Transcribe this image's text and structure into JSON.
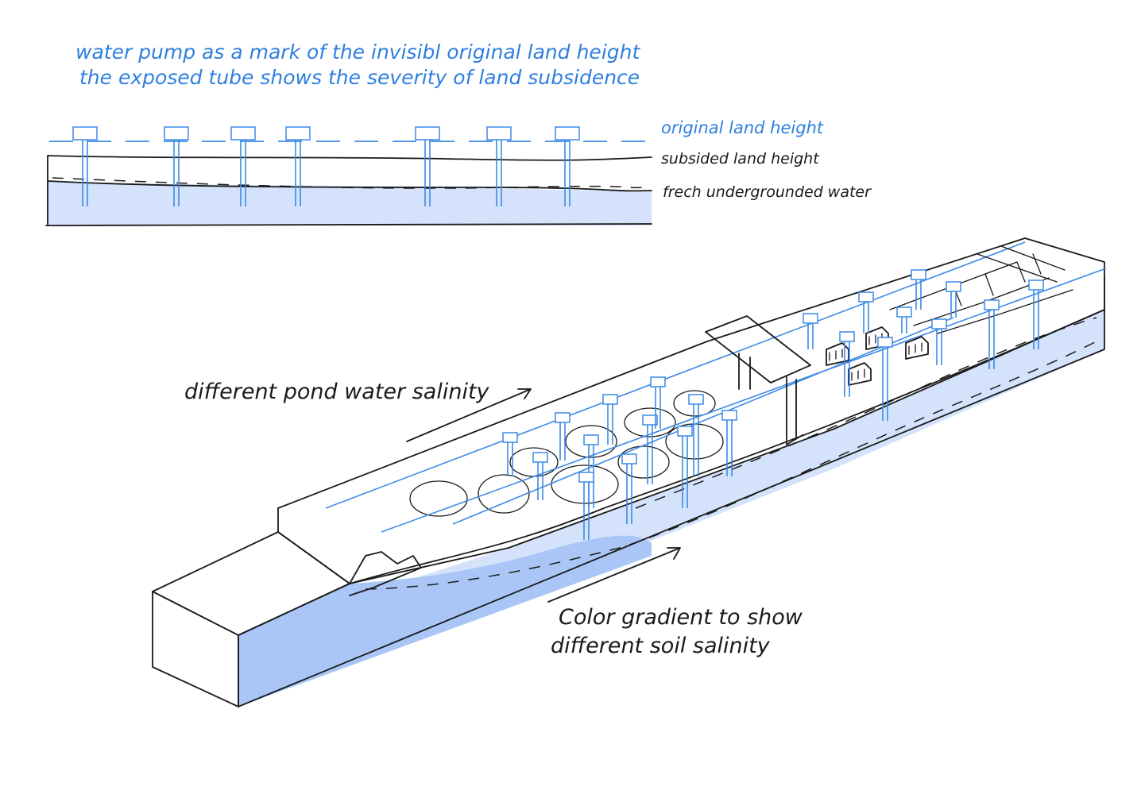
{
  "annotations": {
    "header_line1": "water pump as a mark of the invisibl original land height",
    "header_line2": "the exposed tube shows the severity of land subsidence",
    "original_land_height": "original land height",
    "subsided_land_height": "subsided land height",
    "fresh_underground_water": "frech undergrounded water",
    "pond_salinity": "different pond water salinity",
    "gradient_line1": "Color gradient  to show",
    "gradient_line2": "different soil salinity"
  },
  "icons": {
    "pump": "water-pump-icon",
    "house": "house-icon",
    "arrow": "arrow-right-icon"
  },
  "colors": {
    "ink": "#1a1a1a",
    "annotation_blue": "#2f7fe0",
    "pump_blue": "#3c8ae6",
    "fresh_water_fill": "#d4e3fb",
    "pond_fill": "#9dbdf2",
    "deep_water_fill": "#6e9ef0",
    "soil_fill": "#c3d7f9"
  }
}
